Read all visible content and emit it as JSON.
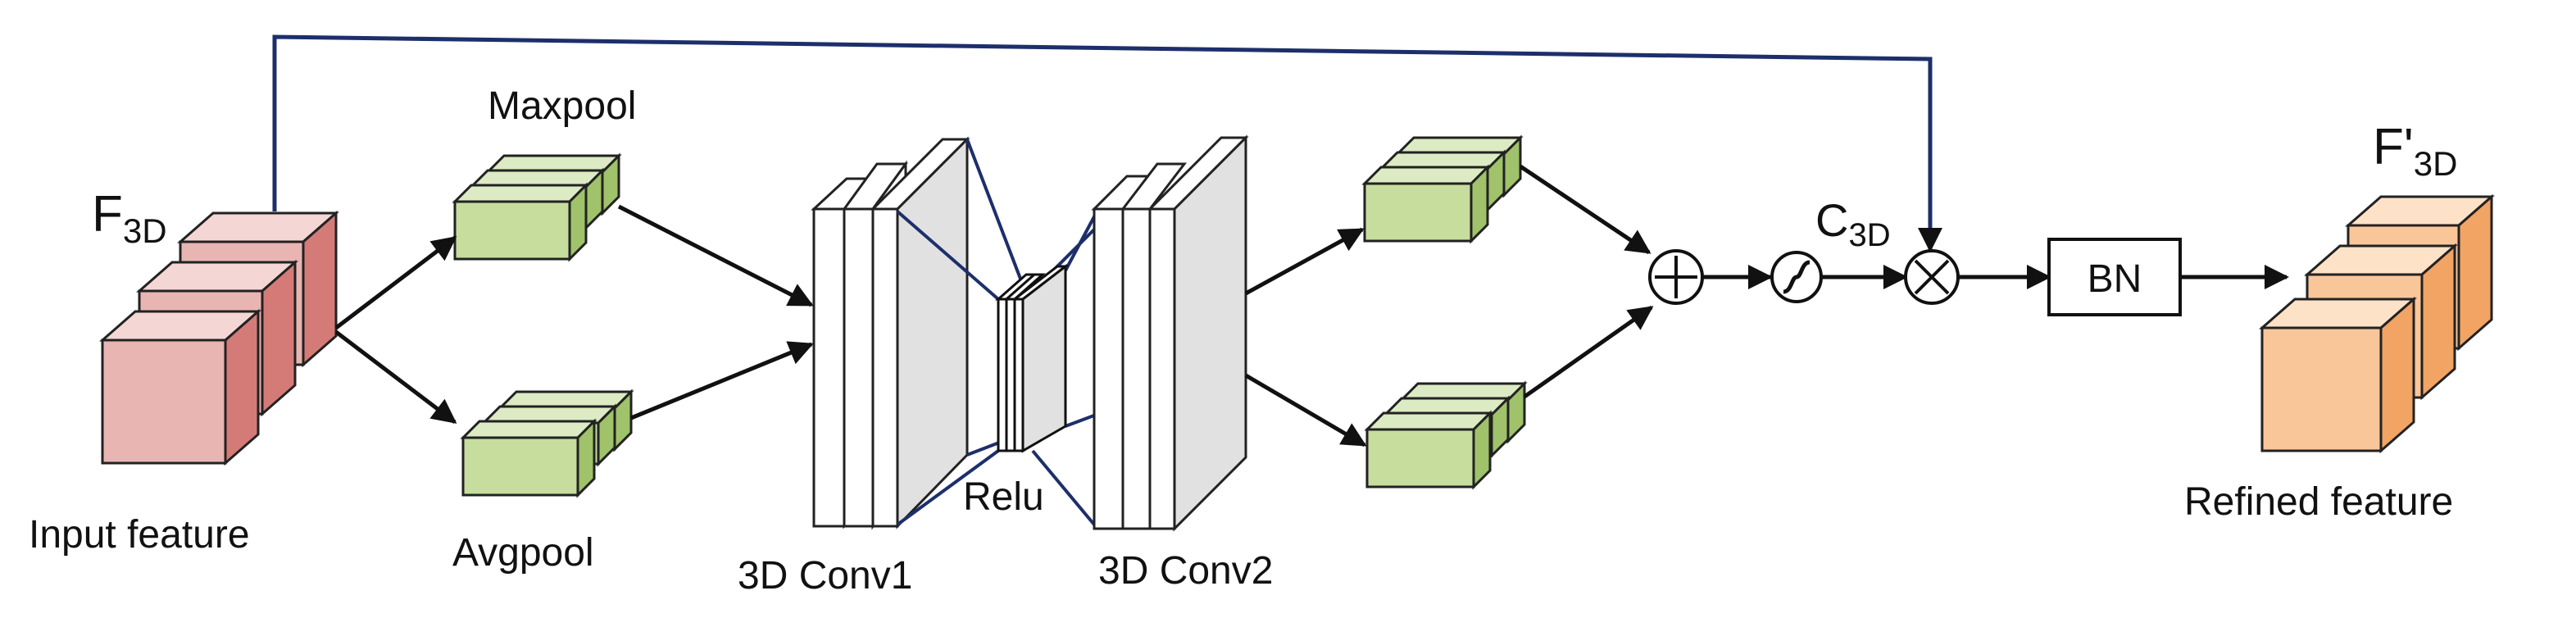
{
  "labels": {
    "input_main": "F",
    "input_sub": "3D",
    "input_caption": "Input feature",
    "maxpool": "Maxpool",
    "avgpool": "Avgpool",
    "conv1": "3D Conv1",
    "relu": "Relu",
    "conv2": "3D Conv2",
    "c_main": "C",
    "c_sub": "3D",
    "bn": "BN",
    "output_main": "F'",
    "output_sub": "3D",
    "output_caption": "Refined feature"
  },
  "symbols": {
    "add": "add-circle-icon",
    "sigmoid": "sigmoid-circle-icon",
    "multiply": "multiply-circle-icon"
  },
  "colors": {
    "input_front": "#e8b5b3",
    "input_top": "#f4d6d5",
    "input_side": "#d47b78",
    "pool_front": "#c6dd9e",
    "pool_top": "#dcebc3",
    "pool_side": "#9fc26a",
    "output_front": "#f9c69a",
    "output_top": "#fde2c8",
    "output_side": "#f2a464",
    "conv_face": "#e1e1e1",
    "link": "#1d2f6b",
    "arrow": "#111111"
  }
}
